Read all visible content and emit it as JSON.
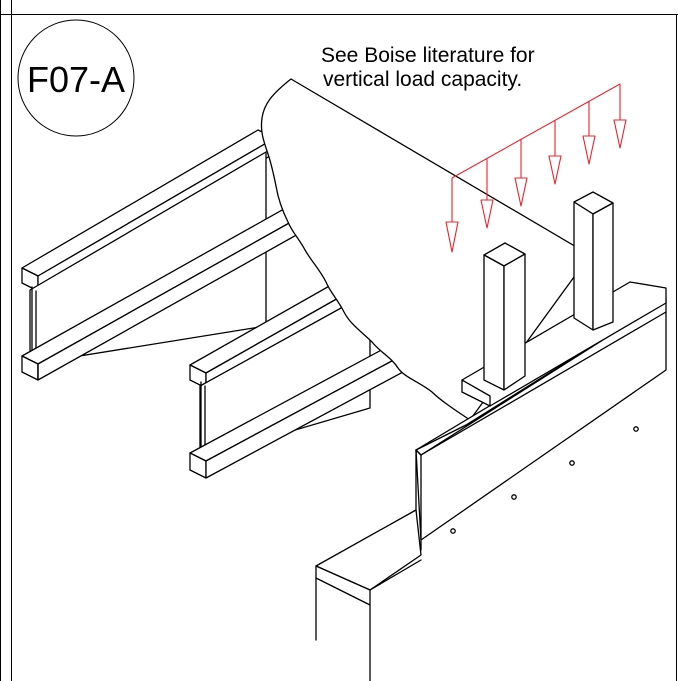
{
  "detail": {
    "tag": "F07-A",
    "note_line1": "See Boise literature for",
    "note_line2": "vertical load capacity."
  },
  "colors": {
    "linework": "#000000",
    "load_arrows": "#e8242c",
    "background": "#ffffff"
  }
}
